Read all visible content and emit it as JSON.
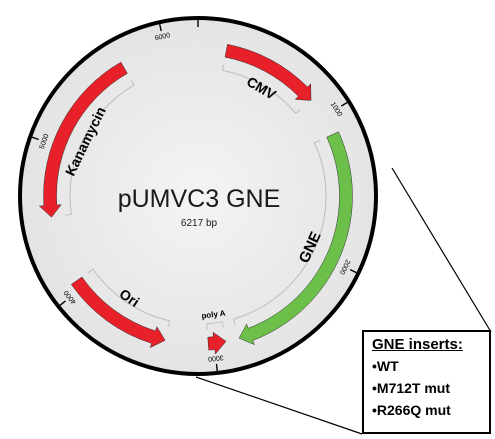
{
  "plasmid": {
    "name": "pUMVC3 GNE",
    "size_label": "6217 bp",
    "total_bp": 6217
  },
  "ticks": [
    {
      "bp": 0,
      "label": ""
    },
    {
      "bp": 1000,
      "label": "1000"
    },
    {
      "bp": 2000,
      "label": "2000"
    },
    {
      "bp": 3000,
      "label": "3000"
    },
    {
      "bp": 4000,
      "label": "4000"
    },
    {
      "bp": 5000,
      "label": "5000"
    },
    {
      "bp": 6000,
      "label": "6000"
    }
  ],
  "features": [
    {
      "name": "CMV",
      "start": 190,
      "end": 860,
      "direction": "cw",
      "color": "#e8202a",
      "label_size": 14
    },
    {
      "name": "GNE",
      "start": 1130,
      "end": 2830,
      "direction": "cw",
      "color": "#6cc04a",
      "label_size": 15
    },
    {
      "name": "poly A",
      "start": 2920,
      "end": 3040,
      "direction": "ccw",
      "color": "#e8202a",
      "label_size": 8
    },
    {
      "name": "Ori",
      "start": 3330,
      "end": 4060,
      "direction": "ccw",
      "color": "#e8202a",
      "label_size": 14
    },
    {
      "name": "Kanamycin",
      "start": 4520,
      "end": 5700,
      "direction": "ccw",
      "color": "#e8202a",
      "label_size": 14
    }
  ],
  "inserts": {
    "title": "GNE inserts:",
    "items": [
      "•WT",
      "•M712T mut",
      "•R266Q mut"
    ]
  },
  "colors": {
    "resistance": "#e8202a",
    "gene": "#6cc04a",
    "backbone": "#000000",
    "background": "#ececec"
  }
}
